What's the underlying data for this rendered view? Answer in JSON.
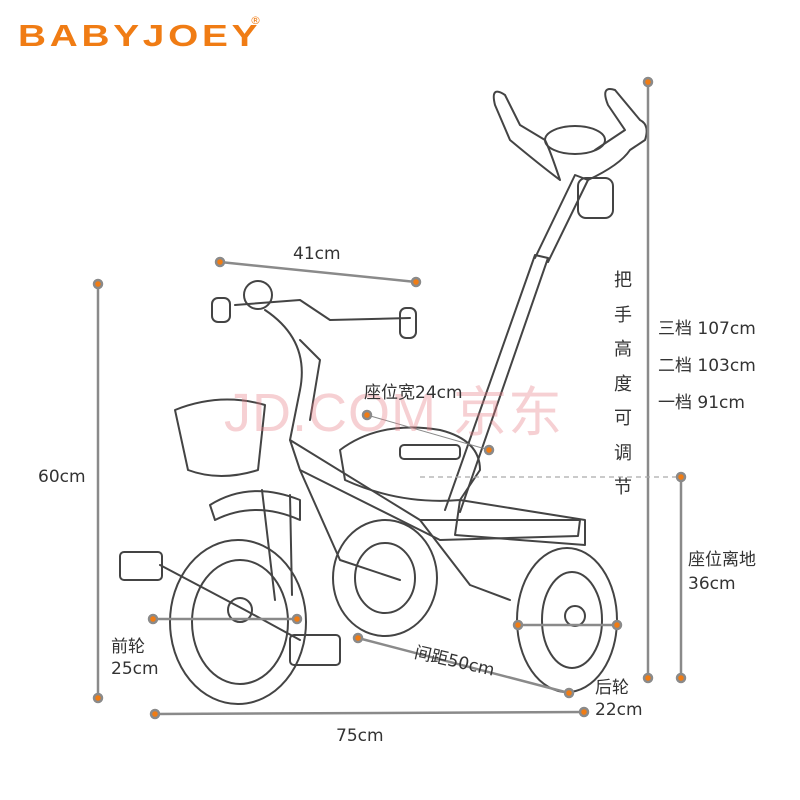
{
  "brand": {
    "logo_text": "BABYJOEY",
    "registered_mark": "®"
  },
  "watermark": "JD.COM 京东",
  "dimensions": {
    "handlebar_width": "41cm",
    "front_height": "60cm",
    "seat_width": "座位宽24cm",
    "handle_height_title": [
      "把",
      "手",
      "高",
      "度",
      "可",
      "调",
      "节"
    ],
    "handle_levels": [
      "三档 107cm",
      "二档 103cm",
      "一档 91cm"
    ],
    "seat_height_label": "座位离地",
    "seat_height_value": "36cm",
    "front_wheel_label": "前轮",
    "front_wheel_value": "25cm",
    "wheel_spacing": "间距50cm",
    "rear_wheel_label": "后轮",
    "rear_wheel_value": "22cm",
    "total_length": "75cm"
  },
  "colors": {
    "accent": "#f07c14",
    "line": "#888888",
    "dot_ring": "#8a8a8a"
  }
}
